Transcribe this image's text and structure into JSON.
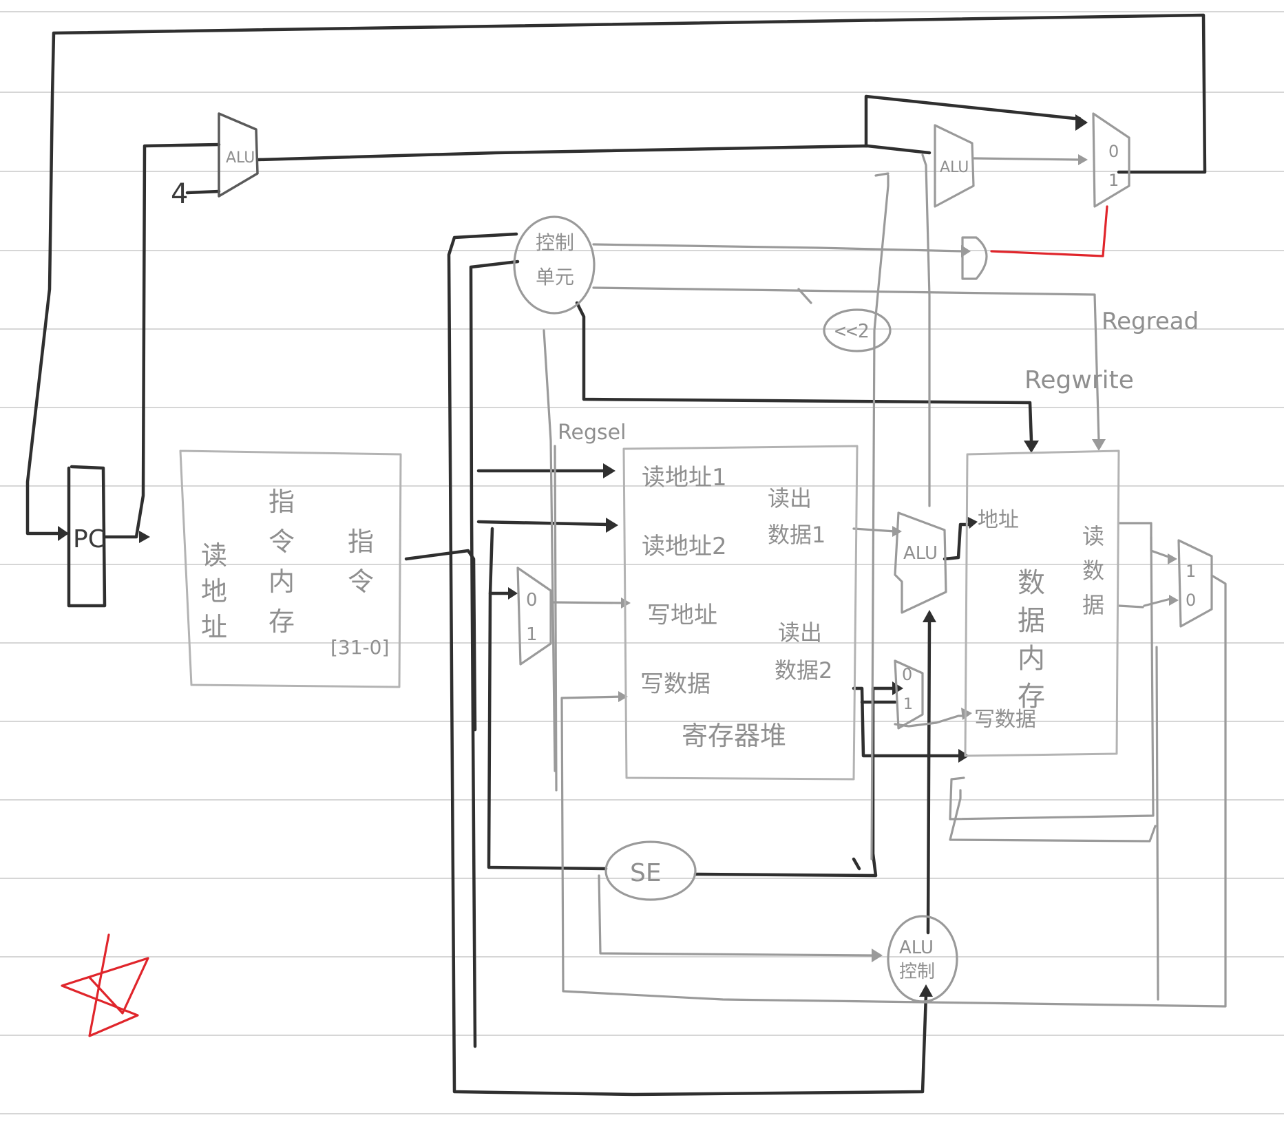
{
  "labels": {
    "pc": "PC",
    "four": "4",
    "alu_pc_adder": "ALU",
    "alu_branch_adder": "ALU",
    "mux_pc_0": "0",
    "mux_pc_1": "1",
    "control_line1": "控制",
    "control_line2": "单元",
    "shift_left": "<<2",
    "regread": "Regread",
    "regwrite": "Regwrite",
    "regsel": "Regsel",
    "imem_title_1": "指",
    "imem_title_2": "令",
    "imem_title_3": "内",
    "imem_title_4": "存",
    "imem_read_addr_1": "读",
    "imem_read_addr_2": "地",
    "imem_read_addr_3": "址",
    "imem_instr_1": "指",
    "imem_instr_2": "令",
    "imem_instr_bits": "[31-0]",
    "mux_reg_0": "0",
    "mux_reg_1": "1",
    "rf_read_addr1": "读地址1",
    "rf_read_addr2": "读地址2",
    "rf_write_addr": "写地址",
    "rf_write_data": "写数据",
    "rf_title": "寄存器堆",
    "rf_read_data1_a": "读出",
    "rf_read_data1_b": "数据1",
    "rf_read_data2_a": "读出",
    "rf_read_data2_b": "数据2",
    "alu_main": "ALU",
    "mux_alu_0": "0",
    "mux_alu_1": "1",
    "dmem_addr": "地址",
    "dmem_title_1": "数",
    "dmem_title_2": "据",
    "dmem_title_3": "内",
    "dmem_title_4": "存",
    "dmem_read_data_1": "读",
    "dmem_read_data_2": "数",
    "dmem_read_data_3": "据",
    "dmem_write_data": "写数据",
    "mux_wb_1": "1",
    "mux_wb_0": "0",
    "sign_extend": "SE",
    "alu_control_1": "ALU",
    "alu_control_2": "控制"
  },
  "colors": {
    "ink_dark": "#2f2f2f",
    "ink_gray": "#9a9a9a",
    "accent_red": "#e0252b"
  }
}
